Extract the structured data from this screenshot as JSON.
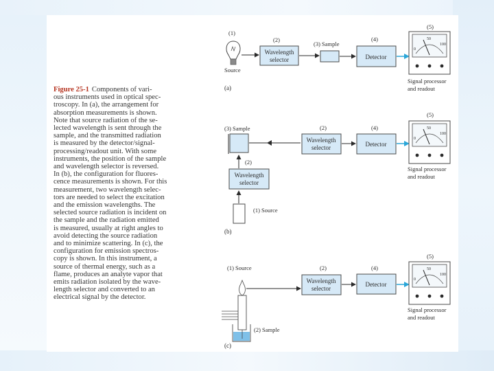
{
  "caption": {
    "label": "Figure 25-1",
    "lines": [
      "Components of vari-",
      "ous instruments used in optical spec-",
      "troscopy. In (a), the arrangement for",
      "absorption measurements is shown.",
      "Note that source radiation of the se-",
      "lected wavelength is sent through the",
      "sample, and the transmitted radiation",
      "is measured by the detector/signal-",
      "processing/readout unit. With some",
      "instruments, the position of the sample",
      "and wavelength selector is reversed.",
      "In (b), the configuration for fluores-",
      "cence measurements is shown. For this",
      "measurement, two wavelength selec-",
      "tors are needed to select the excitation",
      "and the emission wavelengths. The",
      "selected source radiation is incident on",
      "the sample and the radiation emitted",
      "is measured, usually at right angles to",
      "avoid detecting the source radiation",
      "and to minimize scattering. In (c), the",
      "configuration for emission spectros-",
      "copy is shown. In this instrument, a",
      "source of thermal energy, such as a",
      "flame, produces an analyte vapor that",
      "emits radiation isolated by the wave-",
      "length selector and converted to an",
      "electrical signal by the detector."
    ]
  },
  "panel_a": {
    "part": "(a)",
    "n1": "(1)",
    "source": "Source",
    "n2": "(2)",
    "wl1": "Wavelength",
    "wl2": "selector",
    "sample": "(3) Sample",
    "n4": "(4)",
    "detector": "Detector",
    "n5": "(5)",
    "sp1": "Signal processor",
    "sp2": "and readout"
  },
  "panel_b": {
    "part": "(b)",
    "sample": "(3) Sample",
    "n2": "(2)",
    "wl1": "Wavelength",
    "wl2": "selector",
    "n4": "(4)",
    "detector": "Detector",
    "n5": "(5)",
    "sp1": "Signal processor",
    "sp2": "and readout",
    "n2b": "(2)",
    "wlb1": "Wavelength",
    "wlb2": "selector",
    "source": "(1) Source"
  },
  "panel_c": {
    "part": "(c)",
    "source": "(1) Source",
    "n2": "(2)",
    "wl1": "Wavelength",
    "wl2": "selector",
    "n4": "(4)",
    "detector": "Detector",
    "n5": "(5)",
    "sp1": "Signal processor",
    "sp2": "and readout",
    "sample": "(2) Sample"
  },
  "meter": {
    "tick0": "0",
    "tick50": "50",
    "tick100": "100"
  },
  "colors": {
    "box_fill": "#d6e9f7",
    "box_stroke": "#4a4a4a",
    "arrow": "#2a2a2a",
    "liquid": "#7fc0e8",
    "caption_label": "#b5331f"
  }
}
